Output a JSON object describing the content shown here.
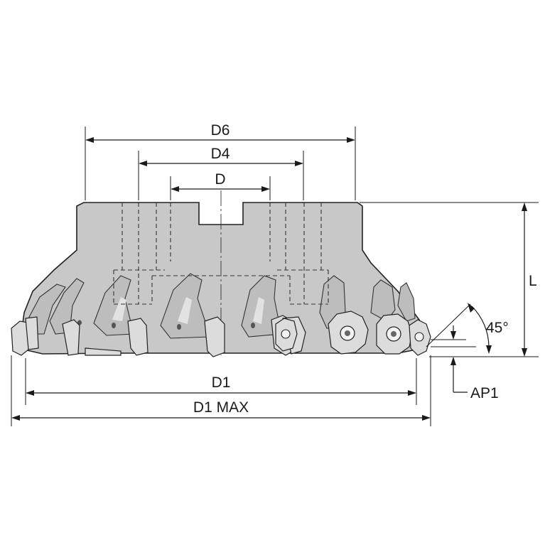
{
  "dimensions": {
    "d6": "D6",
    "d4": "D4",
    "d": "D",
    "d1": "D1",
    "d1_max": "D1 MAX",
    "l": "L",
    "ap1": "AP1",
    "angle": "45°"
  },
  "colors": {
    "body": "#c8c8c8",
    "insert": "#dcdcdc",
    "line": "#1a1a1a"
  },
  "inserts": {
    "side_view_count": 8,
    "face_view_count": 4
  }
}
